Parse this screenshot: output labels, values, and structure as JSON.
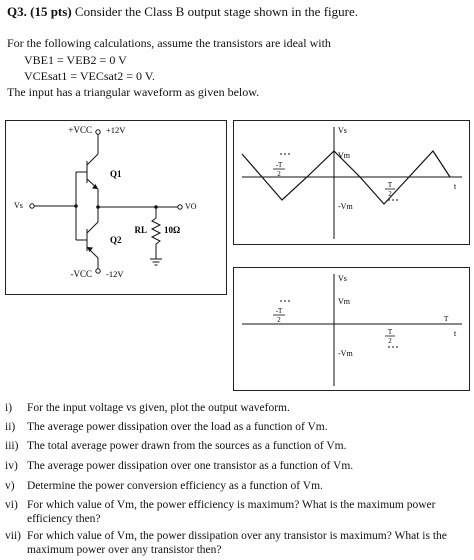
{
  "header": {
    "q_number": "Q3.",
    "points": "(15 pts)",
    "prompt": "Consider the Class B output stage shown in the figure."
  },
  "assumptions": {
    "intro": "For the following calculations, assume the transistors are ideal with",
    "line1": "VBE1 = VEB2 = 0 V",
    "line2": "VCEsat1 = VECsat2 = 0 V.",
    "input_note": "The input has a triangular waveform as given below."
  },
  "circuit": {
    "vcc_pos": "+VCC",
    "vcc_pos_value": "+12V",
    "vcc_neg": "-VCC",
    "vcc_neg_value": "-12V",
    "q1": "Q1",
    "q2": "Q2",
    "vs": "Vs",
    "vo": "VO",
    "rl": "RL",
    "rl_value": "10Ω"
  },
  "input_graph": {
    "ylabel": "Vs",
    "vm": "Vm",
    "neg_vm": "-Vm",
    "neg_half_t": "-T/2",
    "half_t": "T/2",
    "t_axis": "t",
    "neg_t_num": "-T",
    "t_den": "2",
    "pos_t_num": "T"
  },
  "output_graph": {
    "ylabel": "Vs",
    "vm": "Vm",
    "neg_vm": "-Vm",
    "neg_t_num": "-T",
    "t_den": "2",
    "pos_t_num": "T",
    "t_mark": "T",
    "t_axis": "t"
  },
  "questions": [
    {
      "num": "i)",
      "text": "For the input voltage vs given, plot the output waveform."
    },
    {
      "num": "ii)",
      "text": "The average power dissipation over the load as a function of Vm."
    },
    {
      "num": "iii)",
      "text": "The total average power drawn from the sources as a function of Vm."
    },
    {
      "num": "iv)",
      "text": "The average power dissipation over one transistor as a function of Vm."
    },
    {
      "num": "v)",
      "text": "Determine the power conversion efficiency as a function of Vm."
    },
    {
      "num": "vi)",
      "text": "For which value of Vm, the power efficiency is maximum? What is the maximum power efficiency then?"
    },
    {
      "num": "vii)",
      "text": "For which value of Vm, the power dissipation over any transistor is maximum? What is the maximum power over any transistor then?"
    }
  ]
}
